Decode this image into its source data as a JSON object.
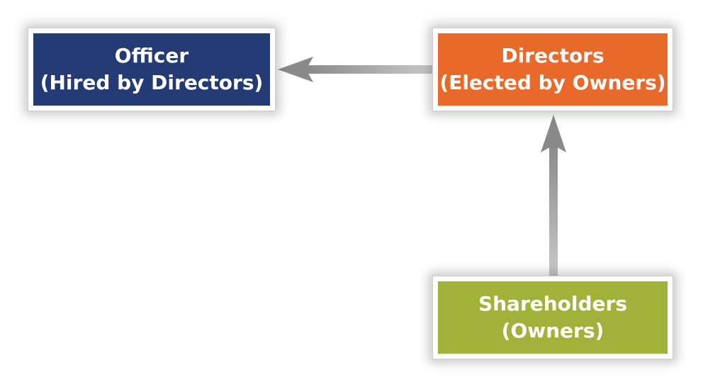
{
  "colors": {
    "officer": "#233a74",
    "directors": "#e8692a",
    "shareholders": "#a0b23a",
    "arrow": "#8f8f8f"
  },
  "officer": {
    "line1": "Officer",
    "line2": "(Hired by Directors)"
  },
  "directors": {
    "line1": "Directors",
    "line2": "(Elected by Owners)"
  },
  "shareholders": {
    "line1": "Shareholders",
    "line2": "(Owners)"
  }
}
